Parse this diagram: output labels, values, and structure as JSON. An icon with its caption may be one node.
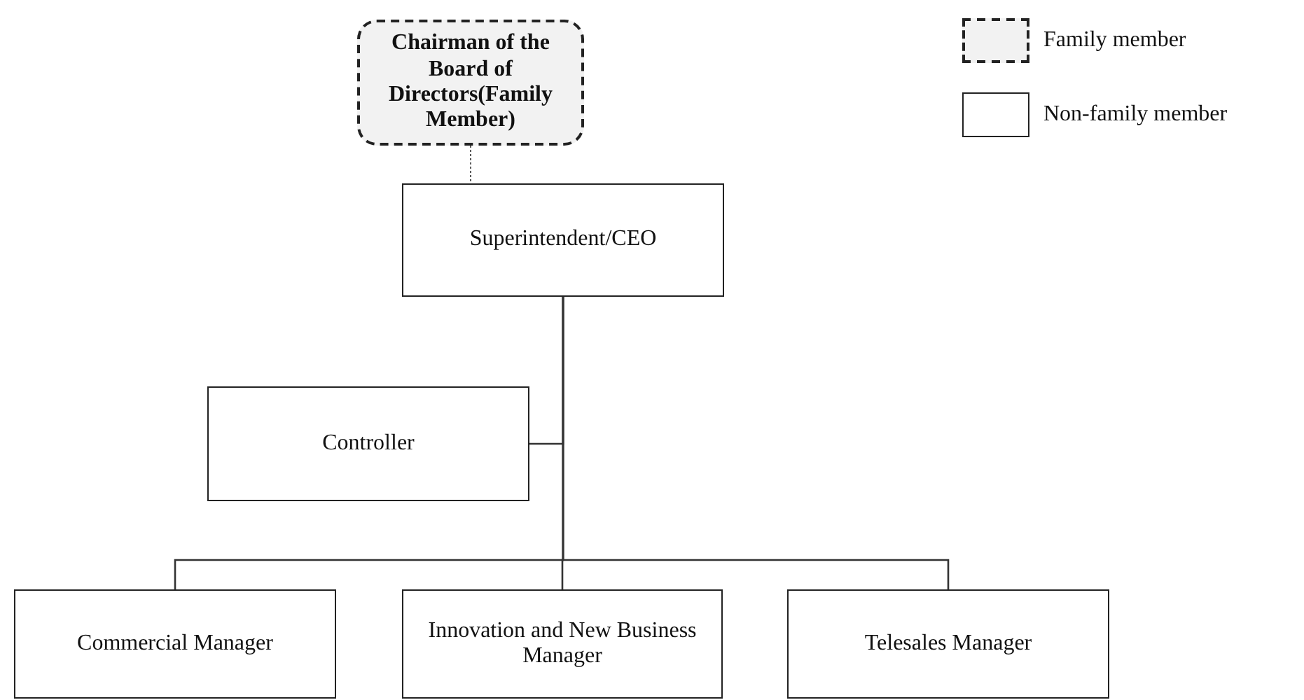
{
  "diagram": {
    "nodes": [
      {
        "text": [
          "Chairman of the Board of Directors(Family Member)"
        ]
      },
      {
        "text": [
          "Superintendent/CEO"
        ]
      },
      {
        "text": [
          "Controller"
        ]
      },
      {
        "text": [
          "Commercial Manager"
        ]
      },
      {
        "text": [
          "Innovation and New Business Manager"
        ]
      },
      {
        "text": [
          "Telesales Manager"
        ]
      }
    ],
    "edges": [
      {
        "from": 0,
        "to": 1,
        "arrow": "none",
        "style": "dashed"
      },
      {
        "from": 1,
        "to": 2,
        "arrow": "none"
      },
      {
        "from": 1,
        "to": 3,
        "arrow": "none"
      },
      {
        "from": 1,
        "to": 4,
        "arrow": "none"
      },
      {
        "from": 1,
        "to": 5,
        "arrow": "none"
      }
    ],
    "legend": [
      {
        "text": "Family member",
        "color": "#f2f2f2"
      },
      {
        "text": "Non-family member",
        "color": "#ffffff"
      }
    ]
  }
}
